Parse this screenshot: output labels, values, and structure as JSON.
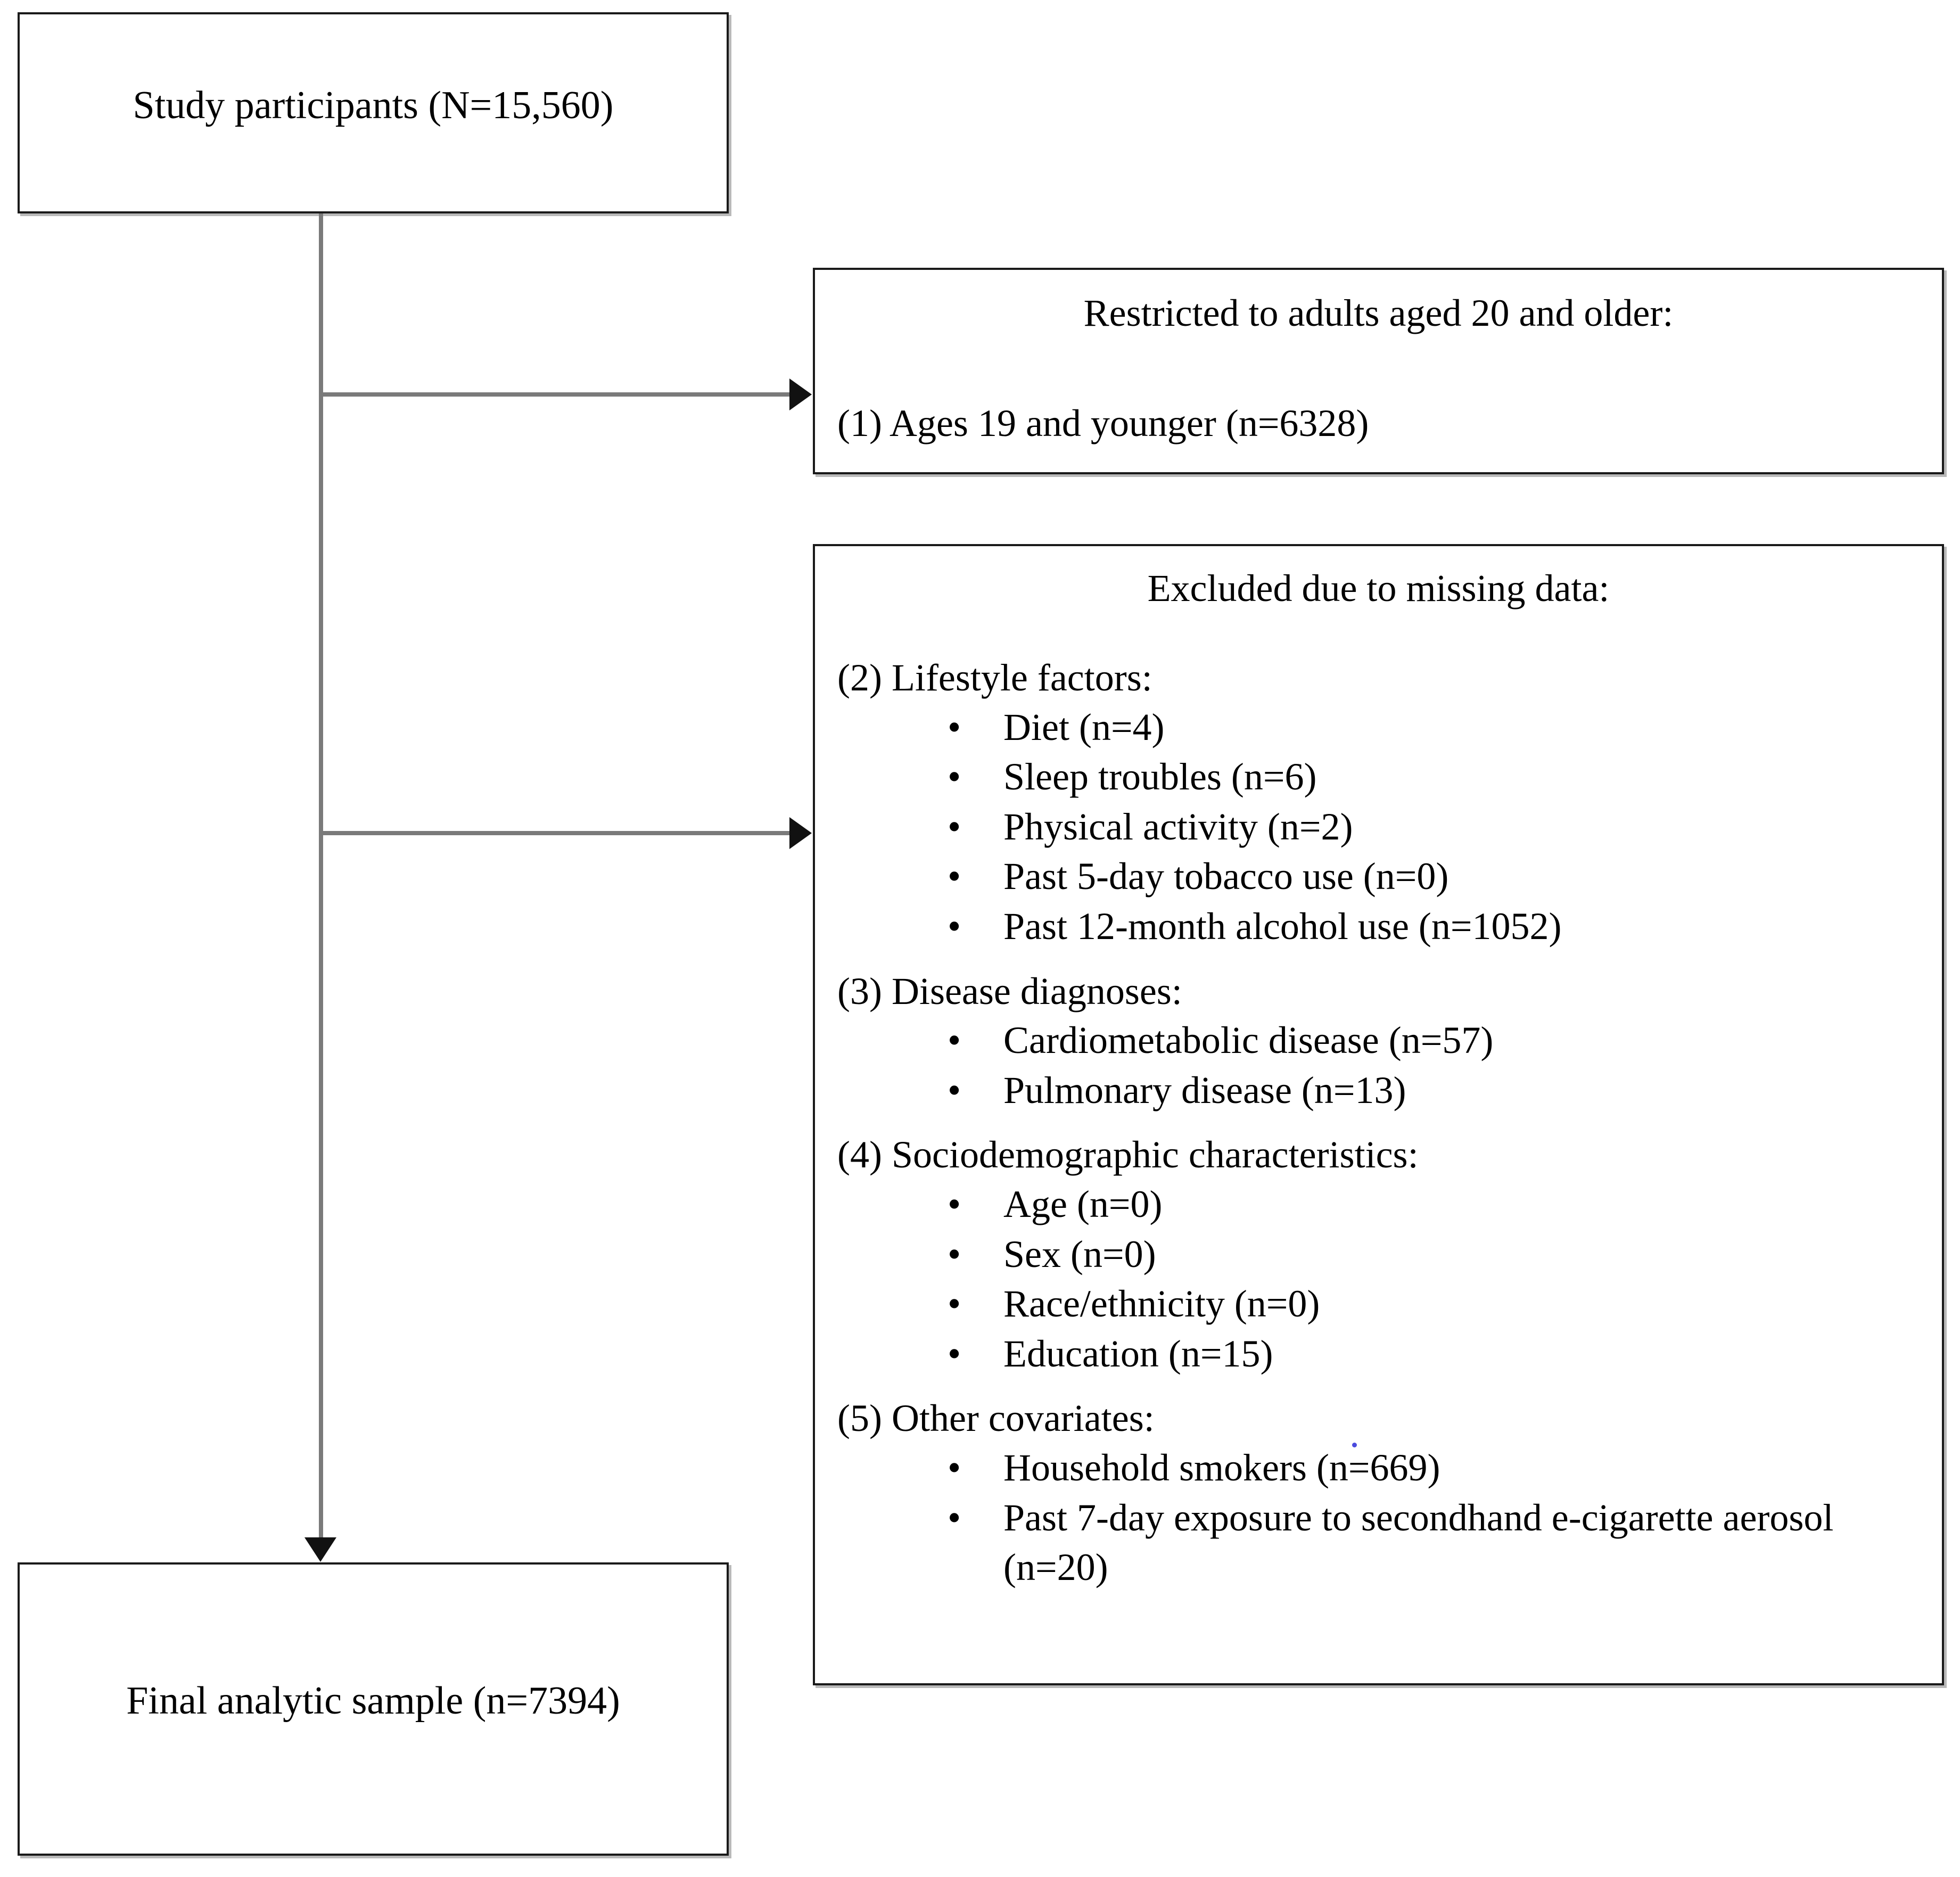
{
  "diagram": {
    "type": "study-participant-flow-chart",
    "boxes": {
      "participants": {
        "label": "Study participants (N=15,560)",
        "count": 15560
      },
      "age_restriction": {
        "heading": "Restricted to adults aged 20 and older:",
        "line": "(1) Ages 19 and younger (n=6328)",
        "excluded": 6328
      },
      "missing_data": {
        "heading": "Excluded due to missing data:",
        "groups": [
          {
            "number": "(2)",
            "title": "(2) Lifestyle factors:",
            "items": [
              {
                "bullet": "•",
                "label": "Diet (n=4)",
                "n": 4
              },
              {
                "bullet": "•",
                "label": "Sleep troubles (n=6)",
                "n": 6
              },
              {
                "bullet": "•",
                "label": "Physical activity (n=2)",
                "n": 2
              },
              {
                "bullet": "•",
                "label": "Past 5-day tobacco use (n=0)",
                "n": 0
              },
              {
                "bullet": "•",
                "label": "Past 12-month alcohol use (n=1052)",
                "n": 1052
              }
            ]
          },
          {
            "number": "(3)",
            "title": "(3) Disease diagnoses:",
            "items": [
              {
                "bullet": "•",
                "label": "Cardiometabolic disease (n=57)",
                "n": 57
              },
              {
                "bullet": "•",
                "label": "Pulmonary disease (n=13)",
                "n": 13
              }
            ]
          },
          {
            "number": "(4)",
            "title": "(4) Sociodemographic characteristics:",
            "items": [
              {
                "bullet": "•",
                "label": "Age (n=0)",
                "n": 0
              },
              {
                "bullet": "•",
                "label": "Sex (n=0)",
                "n": 0
              },
              {
                "bullet": "•",
                "label": "Race/ethnicity (n=0)",
                "n": 0
              },
              {
                "bullet": "•",
                "label": "Education (n=15)",
                "n": 15
              }
            ]
          },
          {
            "number": "(5)",
            "title": "(5) Other covariates:",
            "items": [
              {
                "bullet": "•",
                "label": "Household smokers (n=669)",
                "n": 669
              },
              {
                "bullet": "•",
                "label": "Past 7-day exposure to secondhand e-cigarette aerosol (n=20)",
                "n": 20
              }
            ]
          }
        ]
      },
      "final_sample": {
        "label": "Final analytic sample (n=7394)",
        "count": 7394
      }
    },
    "colors": {
      "box_border": "#1a1a1a",
      "box_shadow": "#b9b9b9",
      "connector": "#7a7a7a",
      "arrow_head": "#111111",
      "text": "#000000",
      "background": "#ffffff",
      "artifact": "#2b2bd8"
    }
  }
}
